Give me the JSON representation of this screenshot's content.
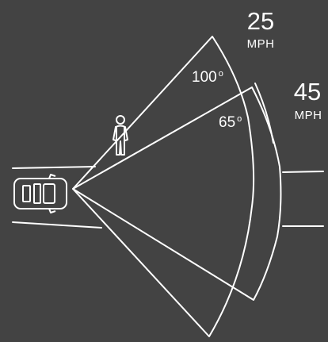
{
  "colors": {
    "background": "#434343",
    "stroke": "#ffffff"
  },
  "icons": {
    "pedestrian": "person-icon",
    "vehicle": "car-icon",
    "degree": "degree-symbol"
  },
  "cones": [
    {
      "speed_value": "25",
      "speed_unit": "MPH",
      "angle_value": "100",
      "angle_symbol": "o"
    },
    {
      "speed_value": "45",
      "speed_unit": "MPH",
      "angle_value": "65",
      "angle_symbol": "o"
    }
  ]
}
